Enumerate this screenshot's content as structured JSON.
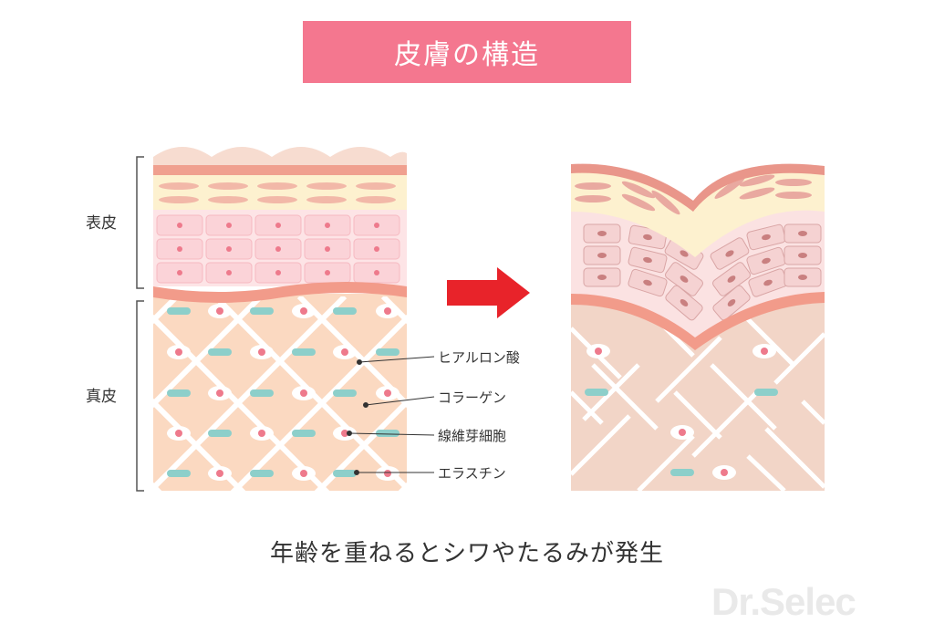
{
  "title": "皮膚の構造",
  "caption": "年齢を重ねるとシワやたるみが発生",
  "labels": {
    "epidermis": "表皮",
    "dermis": "真皮"
  },
  "callouts": [
    "ヒアルロン酸",
    "コラーゲン",
    "線維芽細胞",
    "エラスチン"
  ],
  "watermark": "Dr.Selec",
  "colors": {
    "banner": "#f4778f",
    "arrow": "#e8232a",
    "dermis": "#fbd9c1",
    "dermis_aged": "#f2d5c7",
    "elastin": "#8dcfca",
    "cell_nucleus": "#ee7a8c",
    "epidermis_cells": "#fbd3d8"
  }
}
